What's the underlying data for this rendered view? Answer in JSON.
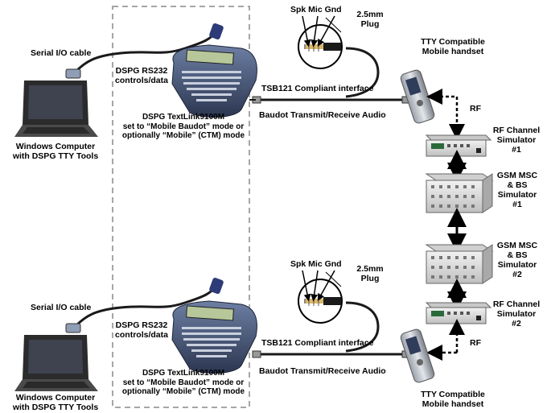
{
  "labels": {
    "serial_cable": "Serial I/O cable",
    "rs232_line1": "DSPG RS232",
    "rs232_line2": "controls/data",
    "computer_line1": "Windows Computer",
    "computer_line2": "with DSPG TTY Tools",
    "textlink_line1": "DSPG TextLink9100M",
    "textlink_line2": "set to “Mobile Baudot” mode or",
    "textlink_line3": "optionally “Mobile” (CTM) mode",
    "spk_mic_gnd": "Spk Mic Gnd",
    "plug_line1": "2.5mm",
    "plug_line2": "Plug",
    "tsb121": "TSB121 Compliant interface",
    "baudot_audio": "Baudot Transmit/Receive Audio",
    "tty_line1": "TTY Compatible",
    "tty_line2": "Mobile handset",
    "rf": "RF",
    "rf_sim_line1": "RF Channel",
    "rf_sim_line2": "Simulator",
    "rf_sim1_num": "#1",
    "rf_sim2_num": "#2",
    "gsm_line1": "GSM MSC",
    "gsm_line2": "& BS",
    "gsm_line3": "Simulator",
    "gsm1_num": "#1",
    "gsm2_num": "#2"
  },
  "colors": {
    "cable": "#1a1a1a",
    "dashed_box": "#a6a6a6",
    "laptop": "#2b2b2b",
    "device_body": "#3a4a6a",
    "screen": "#b7c79a",
    "rack": "#d9d9d9"
  },
  "icons": [
    "laptop-icon",
    "textlink-device-icon",
    "audio-plug-icon",
    "mobile-phone-icon",
    "rf-simulator-icon",
    "gsm-simulator-icon"
  ]
}
